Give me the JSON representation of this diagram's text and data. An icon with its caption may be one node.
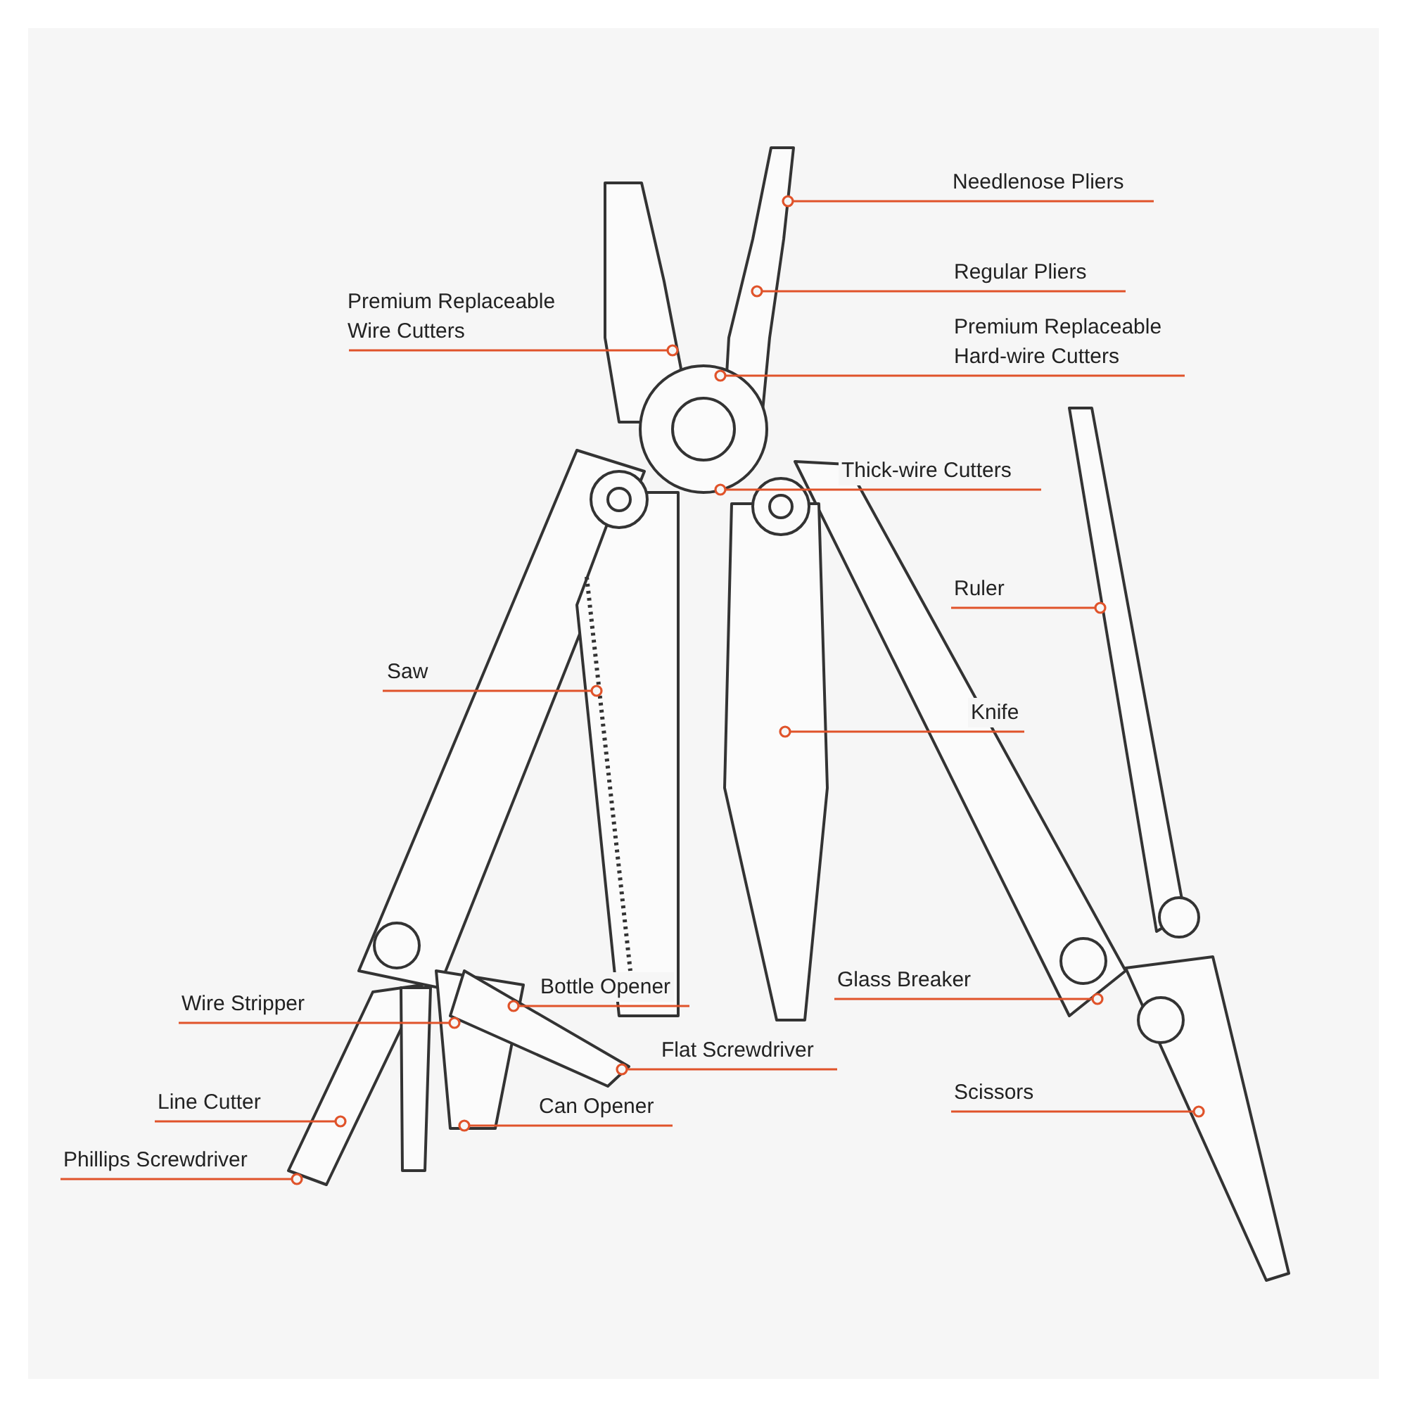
{
  "diagram": {
    "nodes": [
      {
        "text": [
          "Needlenose Pliers"
        ]
      },
      {
        "text": [
          "Regular Pliers"
        ]
      },
      {
        "text": [
          "Premium Replaceable Wire Cutters"
        ]
      },
      {
        "text": [
          "Premium Replaceable Hard-wire Cutters"
        ]
      },
      {
        "text": [
          "Thick-wire Cutters"
        ]
      },
      {
        "text": [
          "Ruler"
        ]
      },
      {
        "text": [
          "Saw"
        ]
      },
      {
        "text": [
          "Knife"
        ]
      },
      {
        "text": [
          "Glass Breaker"
        ]
      },
      {
        "text": [
          "Bottle Opener"
        ]
      },
      {
        "text": [
          "Wire Stripper"
        ]
      },
      {
        "text": [
          "Flat Screwdriver"
        ]
      },
      {
        "text": [
          "Scissors"
        ]
      },
      {
        "text": [
          "Line Cutter"
        ]
      },
      {
        "text": [
          "Can Opener"
        ]
      },
      {
        "text": [
          "Phillips Screwdriver"
        ]
      }
    ],
    "edges": [
      {
        "from": 0,
        "to": null,
        "arrow": "other"
      },
      {
        "from": 1,
        "to": null,
        "arrow": "other"
      },
      {
        "from": 2,
        "to": null,
        "arrow": "other"
      },
      {
        "from": 3,
        "to": null,
        "arrow": "other"
      },
      {
        "from": 4,
        "to": null,
        "arrow": "other"
      },
      {
        "from": 5,
        "to": null,
        "arrow": "other"
      },
      {
        "from": 6,
        "to": null,
        "arrow": "other"
      },
      {
        "from": 7,
        "to": null,
        "arrow": "other"
      },
      {
        "from": 8,
        "to": null,
        "arrow": "other"
      },
      {
        "from": 9,
        "to": null,
        "arrow": "other"
      },
      {
        "from": 10,
        "to": null,
        "arrow": "other"
      },
      {
        "from": 11,
        "to": null,
        "arrow": "other"
      },
      {
        "from": 12,
        "to": null,
        "arrow": "other"
      },
      {
        "from": 13,
        "to": null,
        "arrow": "other"
      },
      {
        "from": 14,
        "to": null,
        "arrow": "other"
      },
      {
        "from": 15,
        "to": null,
        "arrow": "other"
      }
    ]
  }
}
